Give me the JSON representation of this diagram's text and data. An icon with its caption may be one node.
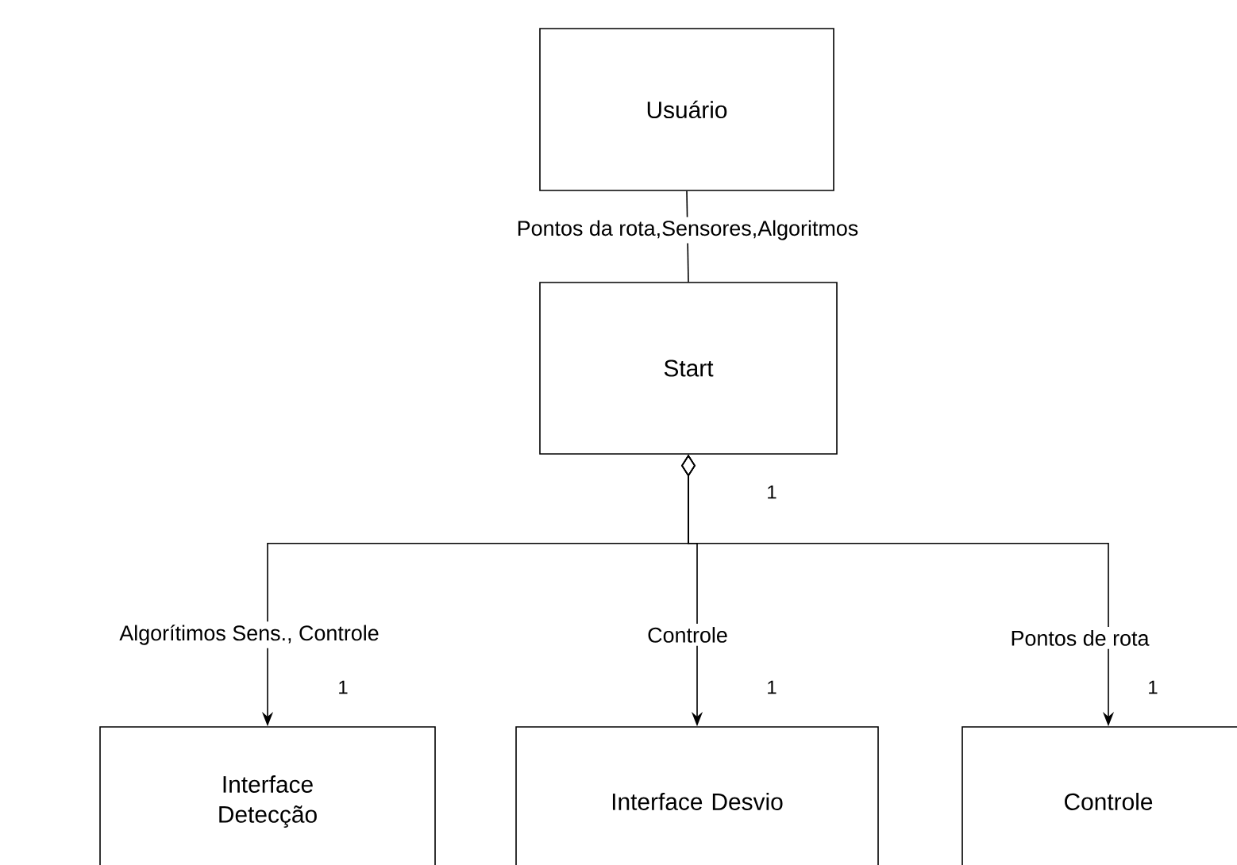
{
  "diagram": {
    "nodes": [
      {
        "text": [
          "Usuário"
        ]
      },
      {
        "text": [
          "Start"
        ]
      },
      {
        "text": [
          "Interface Detecção"
        ]
      },
      {
        "text": [
          "Interface Desvio"
        ]
      },
      {
        "text": [
          "Controle"
        ]
      }
    ],
    "edges": [
      {
        "from": 0,
        "to": 1,
        "arrow": "none",
        "label": "Pontos da rota,Sensores,Algoritmos"
      },
      {
        "from": 1,
        "to": 2,
        "arrow": "to",
        "label": "Algorítimos Sens., Controle"
      },
      {
        "from": 1,
        "to": 3,
        "arrow": "to",
        "label": "Controle"
      },
      {
        "from": 1,
        "to": 4,
        "arrow": "to",
        "label": "Pontos de rota"
      }
    ],
    "labels": [
      "1",
      "1",
      "1",
      "1"
    ]
  }
}
